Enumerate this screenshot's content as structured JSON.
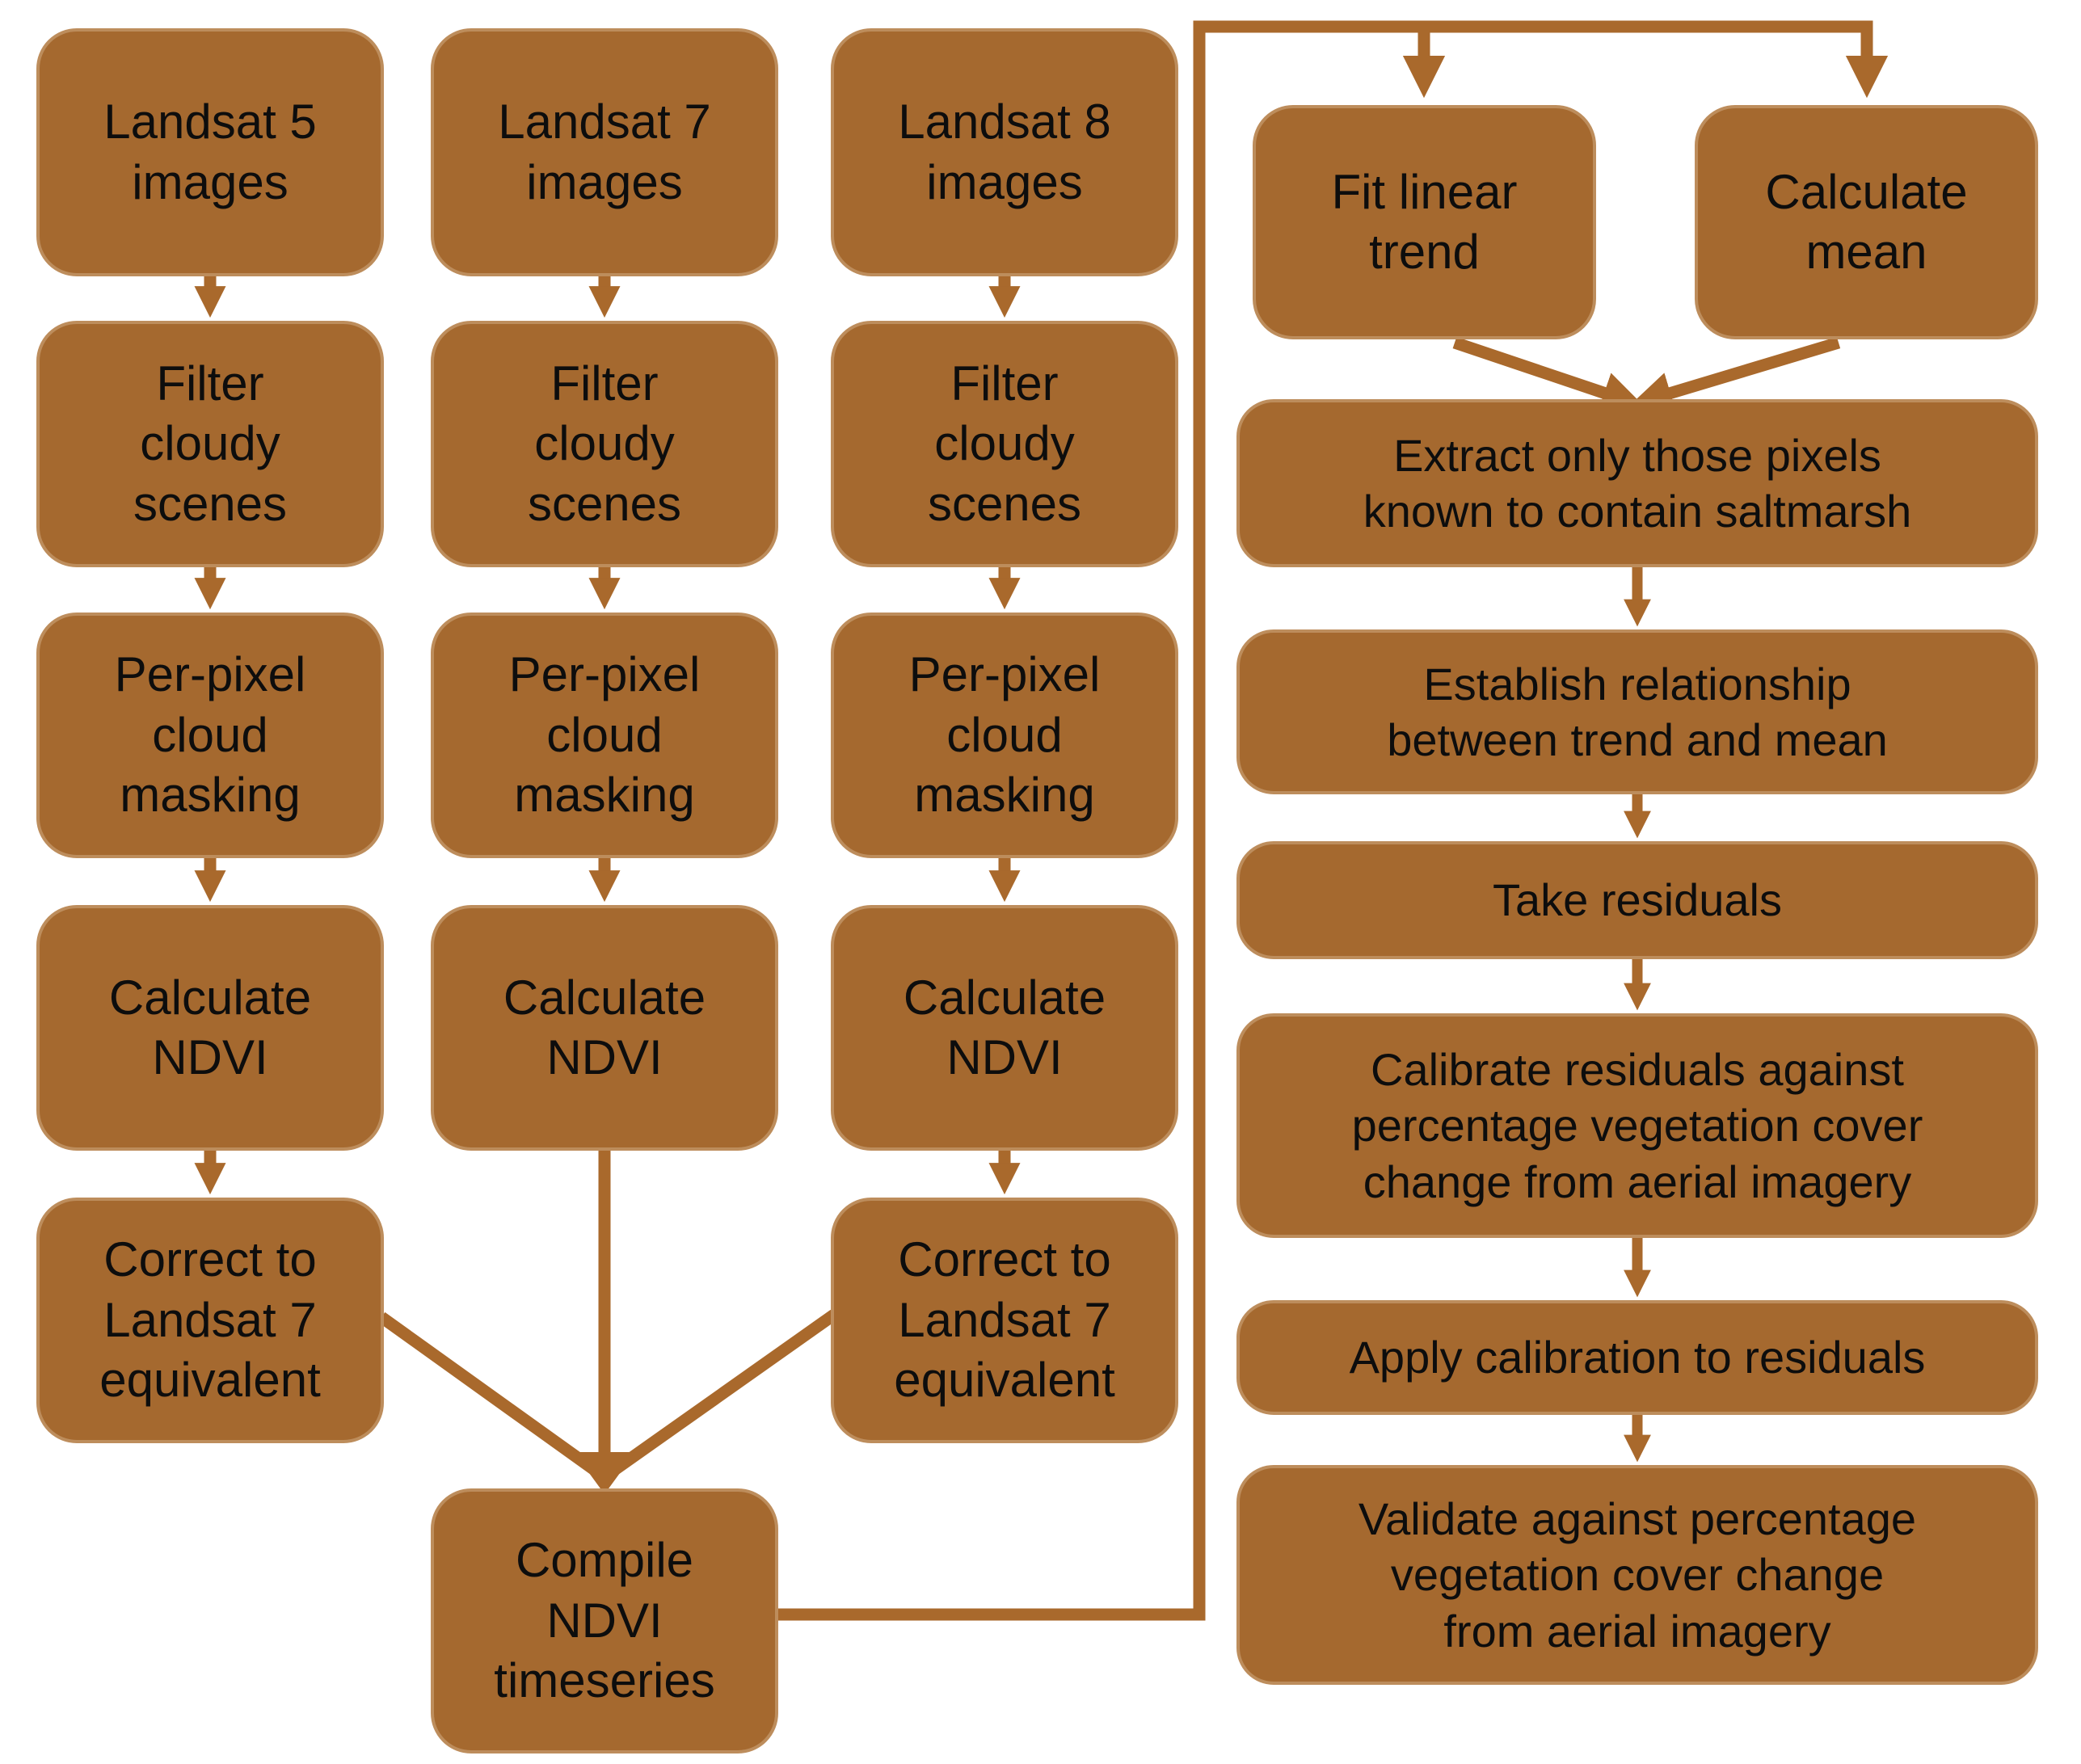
{
  "colors": {
    "box_fill": "#a5692f",
    "box_border": "#bd8d5c",
    "connector": "#a9692c",
    "text": "#0d0d0d",
    "background": "#ffffff"
  },
  "nodes": {
    "landsat5_images": {
      "label": "Landsat 5\nimages"
    },
    "landsat5_filter": {
      "label": "Filter\ncloudy\nscenes"
    },
    "landsat5_mask": {
      "label": "Per-pixel\ncloud\nmasking"
    },
    "landsat5_ndvi": {
      "label": "Calculate\nNDVI"
    },
    "landsat5_correct": {
      "label": "Correct to\nLandsat 7\nequivalent"
    },
    "landsat7_images": {
      "label": "Landsat 7\nimages"
    },
    "landsat7_filter": {
      "label": "Filter\ncloudy\nscenes"
    },
    "landsat7_mask": {
      "label": "Per-pixel\ncloud\nmasking"
    },
    "landsat7_ndvi": {
      "label": "Calculate\nNDVI"
    },
    "landsat8_images": {
      "label": "Landsat 8\nimages"
    },
    "landsat8_filter": {
      "label": "Filter\ncloudy\nscenes"
    },
    "landsat8_mask": {
      "label": "Per-pixel\ncloud\nmasking"
    },
    "landsat8_ndvi": {
      "label": "Calculate\nNDVI"
    },
    "landsat8_correct": {
      "label": "Correct to\nLandsat 7\nequivalent"
    },
    "compile": {
      "label": "Compile\nNDVI\ntimeseries"
    },
    "fit_trend": {
      "label": "Fit linear\ntrend"
    },
    "calc_mean": {
      "label": "Calculate\nmean"
    },
    "extract": {
      "label": "Extract only those pixels\nknown to contain saltmarsh"
    },
    "establish": {
      "label": "Establish relationship\nbetween trend and mean"
    },
    "take_residuals": {
      "label": "Take residuals"
    },
    "calibrate": {
      "label": "Calibrate residuals against\npercentage vegetation cover\nchange from aerial imagery"
    },
    "apply": {
      "label": "Apply calibration to residuals"
    },
    "validate": {
      "label": "Validate against percentage\nvegetation cover change\nfrom aerial imagery"
    }
  }
}
